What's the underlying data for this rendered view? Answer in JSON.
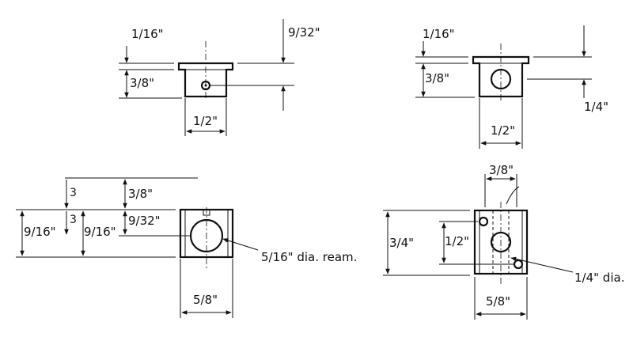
{
  "view_top_left": {
    "flange_thickness": "1/16\"",
    "body_height": "3/8\"",
    "width": "1/2\"",
    "hole_height": "9/32\""
  },
  "view_top_right": {
    "flange_thickness": "1/16\"",
    "body_height": "3/8\"",
    "width": "1/2\"",
    "hole_offset": "1/4\""
  },
  "view_bottom_left": {
    "overall_height_a": "9/16\"",
    "overall_height_b": "9/16\"",
    "top_to_hole": "3/8\"",
    "hole_height": "9/32\"",
    "small_3a": "3",
    "small_3b": "3",
    "width": "5/8\"",
    "ream_note": "5/16\" dia. ream."
  },
  "view_bottom_right": {
    "top_width": "3/8\"",
    "overall_height": "3/4\"",
    "hole_spacing": "1/2\"",
    "width": "5/8\"",
    "hole_note": "1/4\" dia."
  }
}
